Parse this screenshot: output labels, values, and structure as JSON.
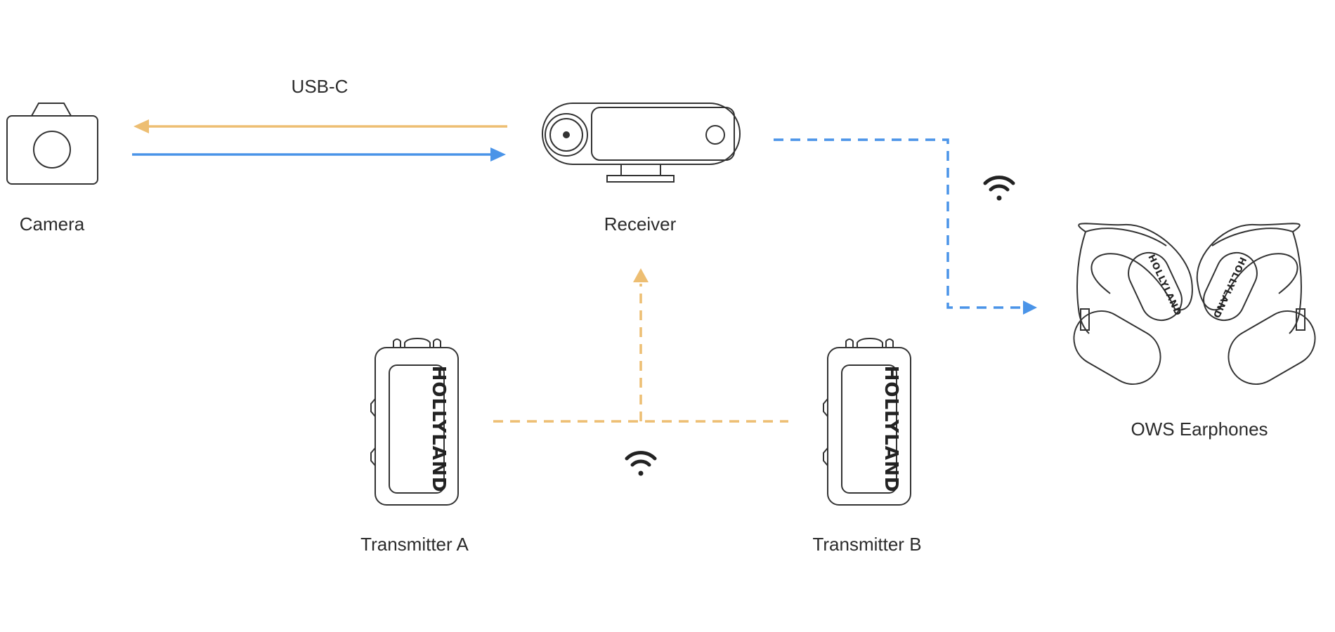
{
  "connections": {
    "usb_label": "USB-C",
    "usb_color": "#EDBE72",
    "return_color": "#4A94E8",
    "wireless_tx_color": "#EDBE72",
    "wireless_out_color": "#4A94E8"
  },
  "devices": {
    "camera": {
      "label": "Camera",
      "icon": "camera-icon"
    },
    "receiver": {
      "label": "Receiver",
      "icon": "receiver-icon"
    },
    "earphones": {
      "label": "OWS Earphones",
      "icon": "earphones-icon",
      "brand": "HOLLYLAND"
    },
    "transmitter_a": {
      "label": "Transmitter A",
      "icon": "transmitter-icon",
      "brand": "HOLLYLAND"
    },
    "transmitter_b": {
      "label": "Transmitter B",
      "icon": "transmitter-icon",
      "brand": "HOLLYLAND"
    }
  },
  "icons": {
    "wireless": "wifi-icon"
  }
}
